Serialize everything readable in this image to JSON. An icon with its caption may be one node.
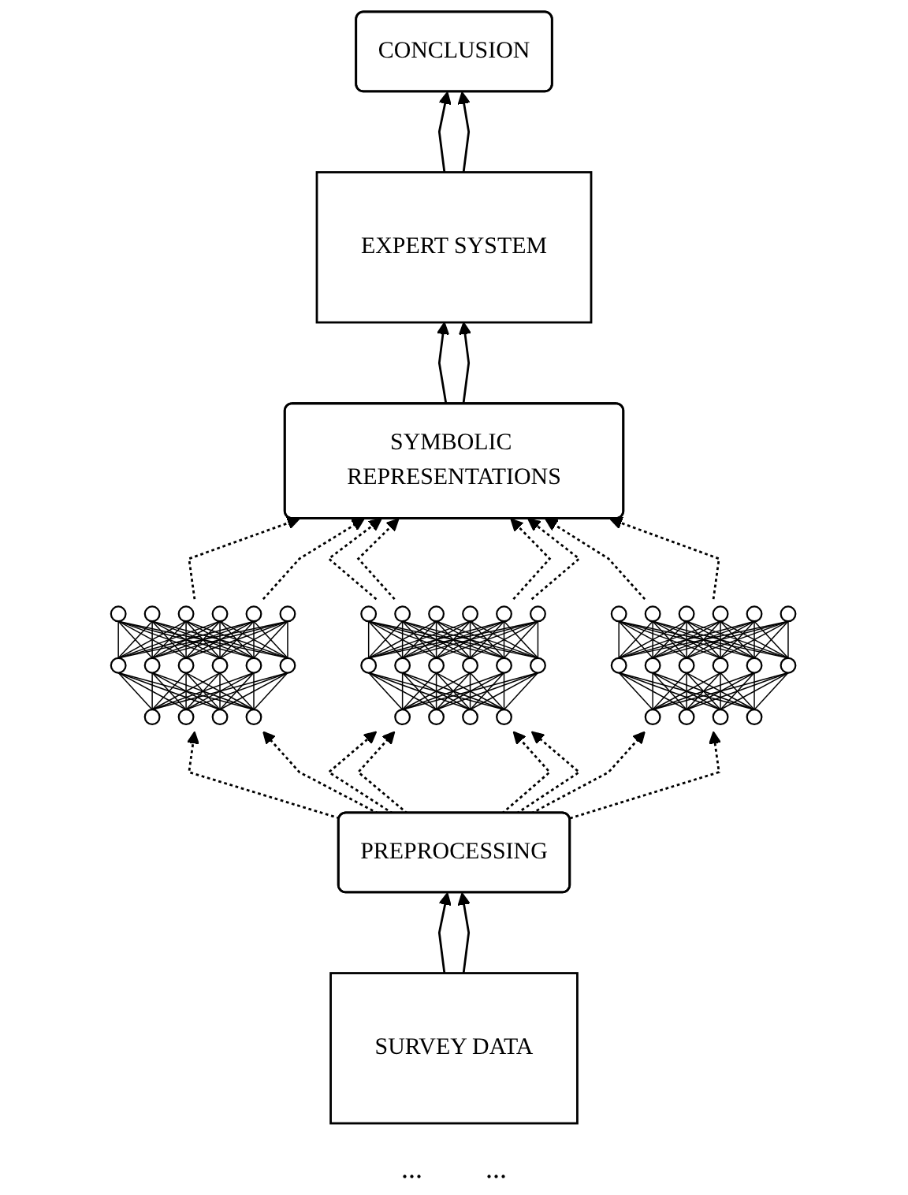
{
  "diagram": {
    "nodes": [
      {
        "text": [
          "CONCLUSION"
        ]
      },
      {
        "text": [
          "EXPERT SYSTEM"
        ]
      },
      {
        "text": [
          "SYMBOLIC REPRESENTATIONS"
        ]
      },
      {
        "text": [],
        "shape": "picture"
      },
      {
        "text": [],
        "shape": "picture"
      },
      {
        "text": [],
        "shape": "picture"
      },
      {
        "text": [
          "PREPROCESSING"
        ]
      },
      {
        "text": [
          "SURVEY DATA"
        ]
      }
    ],
    "edges": [
      {
        "from": 7,
        "to": 6,
        "arrow": "to"
      },
      {
        "from": 7,
        "to": 6,
        "arrow": "to"
      },
      {
        "from": 6,
        "to": 3,
        "arrow": "to",
        "style": "dashed"
      },
      {
        "from": 6,
        "to": 3,
        "arrow": "to",
        "style": "dashed"
      },
      {
        "from": 6,
        "to": 4,
        "arrow": "to",
        "style": "dashed"
      },
      {
        "from": 6,
        "to": 4,
        "arrow": "to",
        "style": "dashed"
      },
      {
        "from": 6,
        "to": 4,
        "arrow": "to",
        "style": "dashed"
      },
      {
        "from": 6,
        "to": 4,
        "arrow": "to",
        "style": "dashed"
      },
      {
        "from": 6,
        "to": 5,
        "arrow": "to",
        "style": "dashed"
      },
      {
        "from": 6,
        "to": 5,
        "arrow": "to",
        "style": "dashed"
      },
      {
        "from": 3,
        "to": 2,
        "arrow": "to",
        "style": "dashed"
      },
      {
        "from": 3,
        "to": 2,
        "arrow": "to",
        "style": "dashed"
      },
      {
        "from": 4,
        "to": 2,
        "arrow": "to",
        "style": "dashed"
      },
      {
        "from": 4,
        "to": 2,
        "arrow": "to",
        "style": "dashed"
      },
      {
        "from": 4,
        "to": 2,
        "arrow": "to",
        "style": "dashed"
      },
      {
        "from": 4,
        "to": 2,
        "arrow": "to",
        "style": "dashed"
      },
      {
        "from": 5,
        "to": 2,
        "arrow": "to",
        "style": "dashed"
      },
      {
        "from": 5,
        "to": 2,
        "arrow": "to",
        "style": "dashed"
      },
      {
        "from": 2,
        "to": 1,
        "arrow": "to"
      },
      {
        "from": 2,
        "to": 1,
        "arrow": "to"
      },
      {
        "from": 1,
        "to": 0,
        "arrow": "to"
      },
      {
        "from": 1,
        "to": 0,
        "arrow": "to"
      }
    ],
    "labels": [
      "...",
      "..."
    ]
  }
}
